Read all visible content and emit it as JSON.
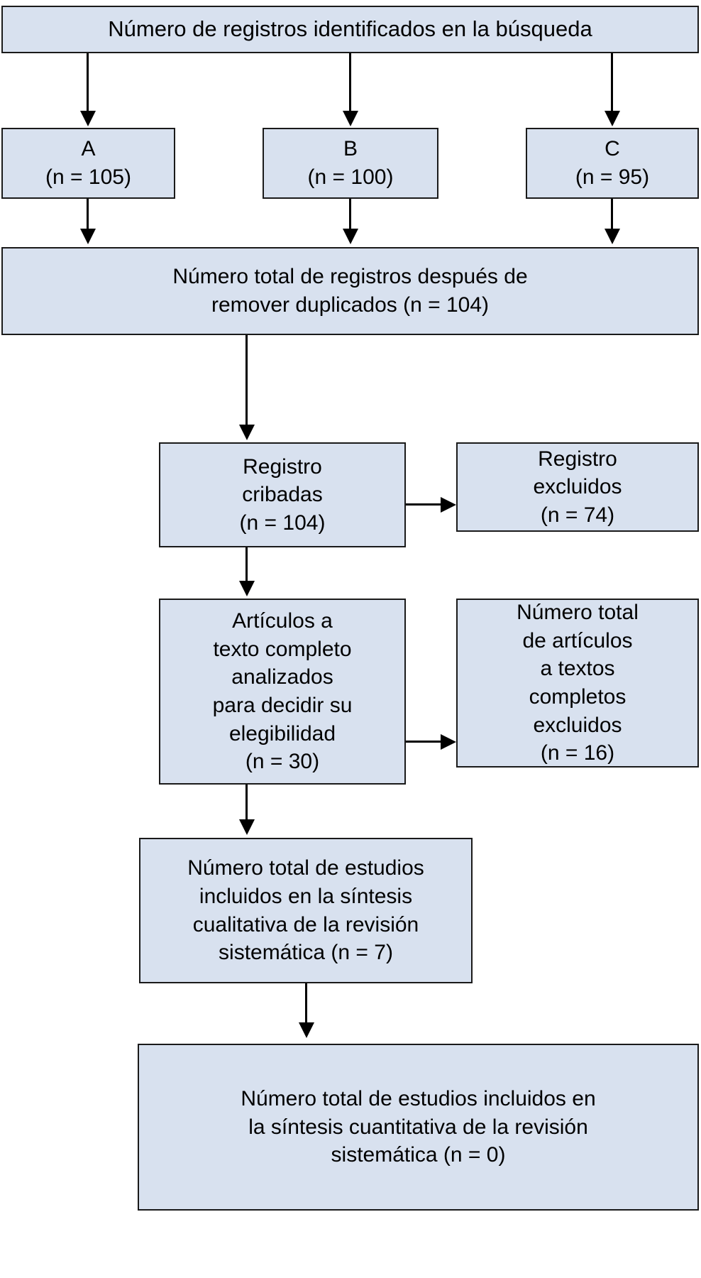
{
  "diagram": {
    "type": "prisma-flow-diagram",
    "language": "es",
    "colors": {
      "box_fill": "#d8e1ef",
      "box_border": "#1a1a1a",
      "arrow": "#000000",
      "text": "#000000",
      "background": "#ffffff"
    },
    "nodes": [
      {
        "id": "identificacion",
        "label": "Número de registros identificados en la búsqueda",
        "count": null
      },
      {
        "id": "fuente-a",
        "label": "A\n(n = 105)",
        "source": "A",
        "count": 105
      },
      {
        "id": "fuente-b",
        "label": "B\n(n = 100)",
        "source": "B",
        "count": 100
      },
      {
        "id": "fuente-c",
        "label": "C\n(n = 95)",
        "source": "C",
        "count": 95
      },
      {
        "id": "sin-duplicados",
        "label": "Número total de registros después de\nremover duplicados (n = 104)",
        "count": 104
      },
      {
        "id": "registro-cribadas",
        "label": "Registro\ncribadas\n(n = 104)",
        "count": 104
      },
      {
        "id": "registro-excluidos",
        "label": "Registro\nexcluidos\n(n = 74)",
        "count": 74
      },
      {
        "id": "texto-completo",
        "label": "Artículos a\ntexto completo\nanalizados\npara decidir su\nelegibilidad\n(n = 30)",
        "count": 30
      },
      {
        "id": "texto-completo-excluidos",
        "label": "Número total\nde artículos\na textos\ncompletos\nexcluidos\n(n = 16)",
        "count": 16
      },
      {
        "id": "sintesis-cualitativa",
        "label": "Número total de estudios\nincluidos en la síntesis\ncualitativa de la revisión\nsistemática (n = 7)",
        "count": 7
      },
      {
        "id": "sintesis-cuantitativa",
        "label": "Número total de estudios incluidos en\nla síntesis cuantitativa de la revisión\nsistemática (n = 0)",
        "count": 0
      }
    ],
    "edges": [
      {
        "from": "identificacion",
        "to": "fuente-a",
        "direction": "down"
      },
      {
        "from": "identificacion",
        "to": "fuente-b",
        "direction": "down"
      },
      {
        "from": "identificacion",
        "to": "fuente-c",
        "direction": "down"
      },
      {
        "from": "fuente-a",
        "to": "sin-duplicados",
        "direction": "down"
      },
      {
        "from": "fuente-b",
        "to": "sin-duplicados",
        "direction": "down"
      },
      {
        "from": "fuente-c",
        "to": "sin-duplicados",
        "direction": "down"
      },
      {
        "from": "sin-duplicados",
        "to": "registro-cribadas",
        "direction": "down"
      },
      {
        "from": "registro-cribadas",
        "to": "registro-excluidos",
        "direction": "right"
      },
      {
        "from": "registro-cribadas",
        "to": "texto-completo",
        "direction": "down"
      },
      {
        "from": "texto-completo",
        "to": "texto-completo-excluidos",
        "direction": "right"
      },
      {
        "from": "texto-completo",
        "to": "sintesis-cualitativa",
        "direction": "down"
      },
      {
        "from": "sintesis-cualitativa",
        "to": "sintesis-cuantitativa",
        "direction": "down"
      }
    ]
  }
}
